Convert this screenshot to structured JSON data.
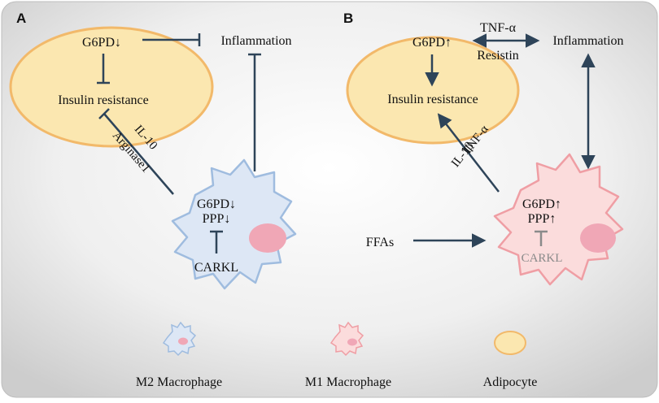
{
  "panel_a": {
    "label": "A",
    "adipocyte_g6pd": "G6PD↓",
    "insulin_resistance": "Insulin resistance",
    "inflammation": "Inflammation",
    "cytokine_1": "IL-10",
    "cytokine_2": "Arginase1",
    "macrophage_g6pd": "G6PD↓",
    "macrophage_ppp": "PPP↓",
    "carkl": "CARKL"
  },
  "panel_b": {
    "label": "B",
    "adipocyte_g6pd": "G6PD↑",
    "insulin_resistance": "Insulin resistance",
    "inflammation": "Inflammation",
    "tnf": "TNF-α",
    "resistin": "Resistin",
    "cytokine_1": "TNF-α",
    "cytokine_2": "IL-1β",
    "macrophage_g6pd": "G6PD↑",
    "macrophage_ppp": "PPP↑",
    "carkl": "CARKL",
    "ffas": "FFAs"
  },
  "legend": {
    "m2": "M2 Macrophage",
    "m1": "M1 Macrophage",
    "adipocyte": "Adipocyte"
  },
  "colors": {
    "adipocyte_fill": "#fbe7b0",
    "adipocyte_stroke": "#f2b96a",
    "m2_fill": "#dde7f5",
    "m2_stroke": "#9fbcdf",
    "m1_fill": "#fbdcdc",
    "m1_stroke": "#ef9ea4",
    "nucleus": "#f0a7b6",
    "arrow": "#2e4459",
    "carkl_inactive": "#8a8a8a"
  }
}
